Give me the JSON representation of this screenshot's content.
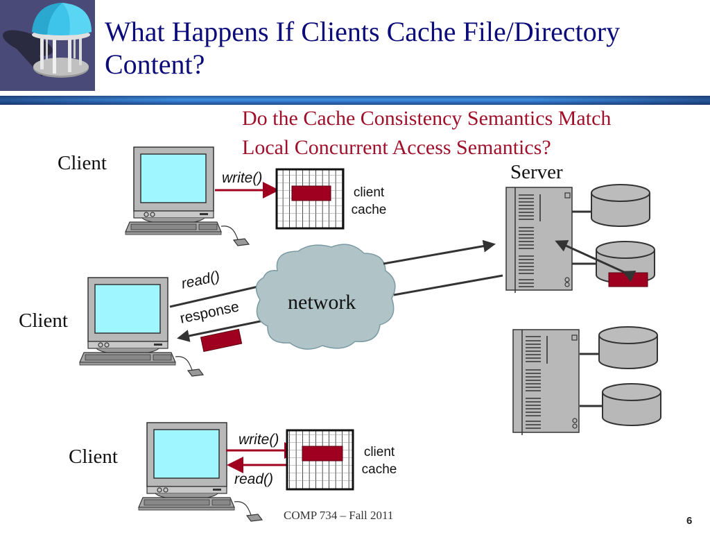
{
  "slide": {
    "title": "What Happens If Clients Cache File/Directory Content?",
    "subtitle_line1": "Do the Cache Consistency Semantics Match",
    "subtitle_line2": "Local Concurrent Access Semantics?",
    "logo": "old-well-logo",
    "footer": "COMP 734 – Fall 2011",
    "page_number": "6",
    "colors": {
      "title": "#0b0b7a",
      "subtitle": "#a0102a",
      "data_block": "#a00020",
      "screen": "#9ff6ff",
      "cloud": "#b0c4c8",
      "hardware": "#b8b8b8"
    }
  },
  "diagram": {
    "clients": [
      {
        "label": "Client",
        "operations": [
          "write()"
        ],
        "cache_label_line1": "client",
        "cache_label_line2": "cache"
      },
      {
        "label": "Client",
        "operations": [
          "read()",
          "response"
        ]
      },
      {
        "label": "Client",
        "operations": [
          "write()",
          "read()"
        ],
        "cache_label_line1": "client",
        "cache_label_line2": "cache"
      }
    ],
    "network_label": "network",
    "server_label": "Server"
  }
}
